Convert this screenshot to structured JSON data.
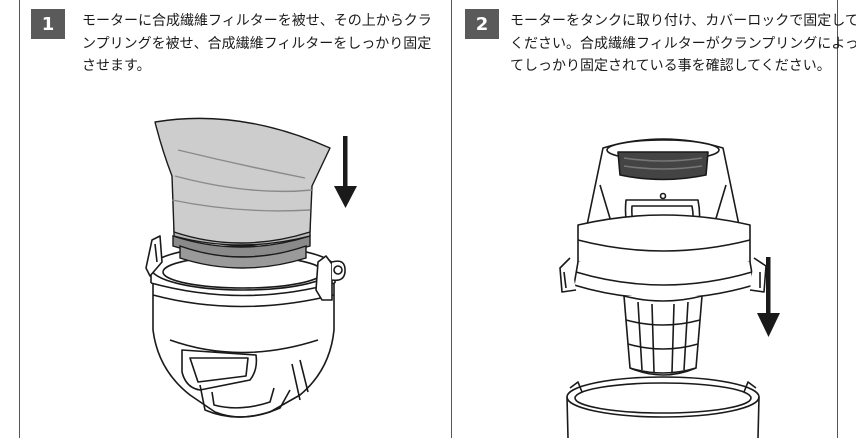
{
  "steps": [
    {
      "number": "1",
      "text": "モーターに合成繊維フィルターを被せ、その上からクランプリングを被せ、合成繊維フィルターをしっかり固定させます。"
    },
    {
      "number": "2",
      "text": "モーターをタンクに取り付け、カバーロックで固定してください。合成繊維フィルターがクランプリングによってしっかり固定されている事を確認してください。"
    }
  ],
  "icons": {
    "down_arrow": "down-arrow-icon"
  },
  "colors": {
    "badge": "#5a5a5a",
    "filter_fill": "#c9c9c9",
    "clamp_ring": "#7a7a7a",
    "line": "#1a1a1a"
  }
}
